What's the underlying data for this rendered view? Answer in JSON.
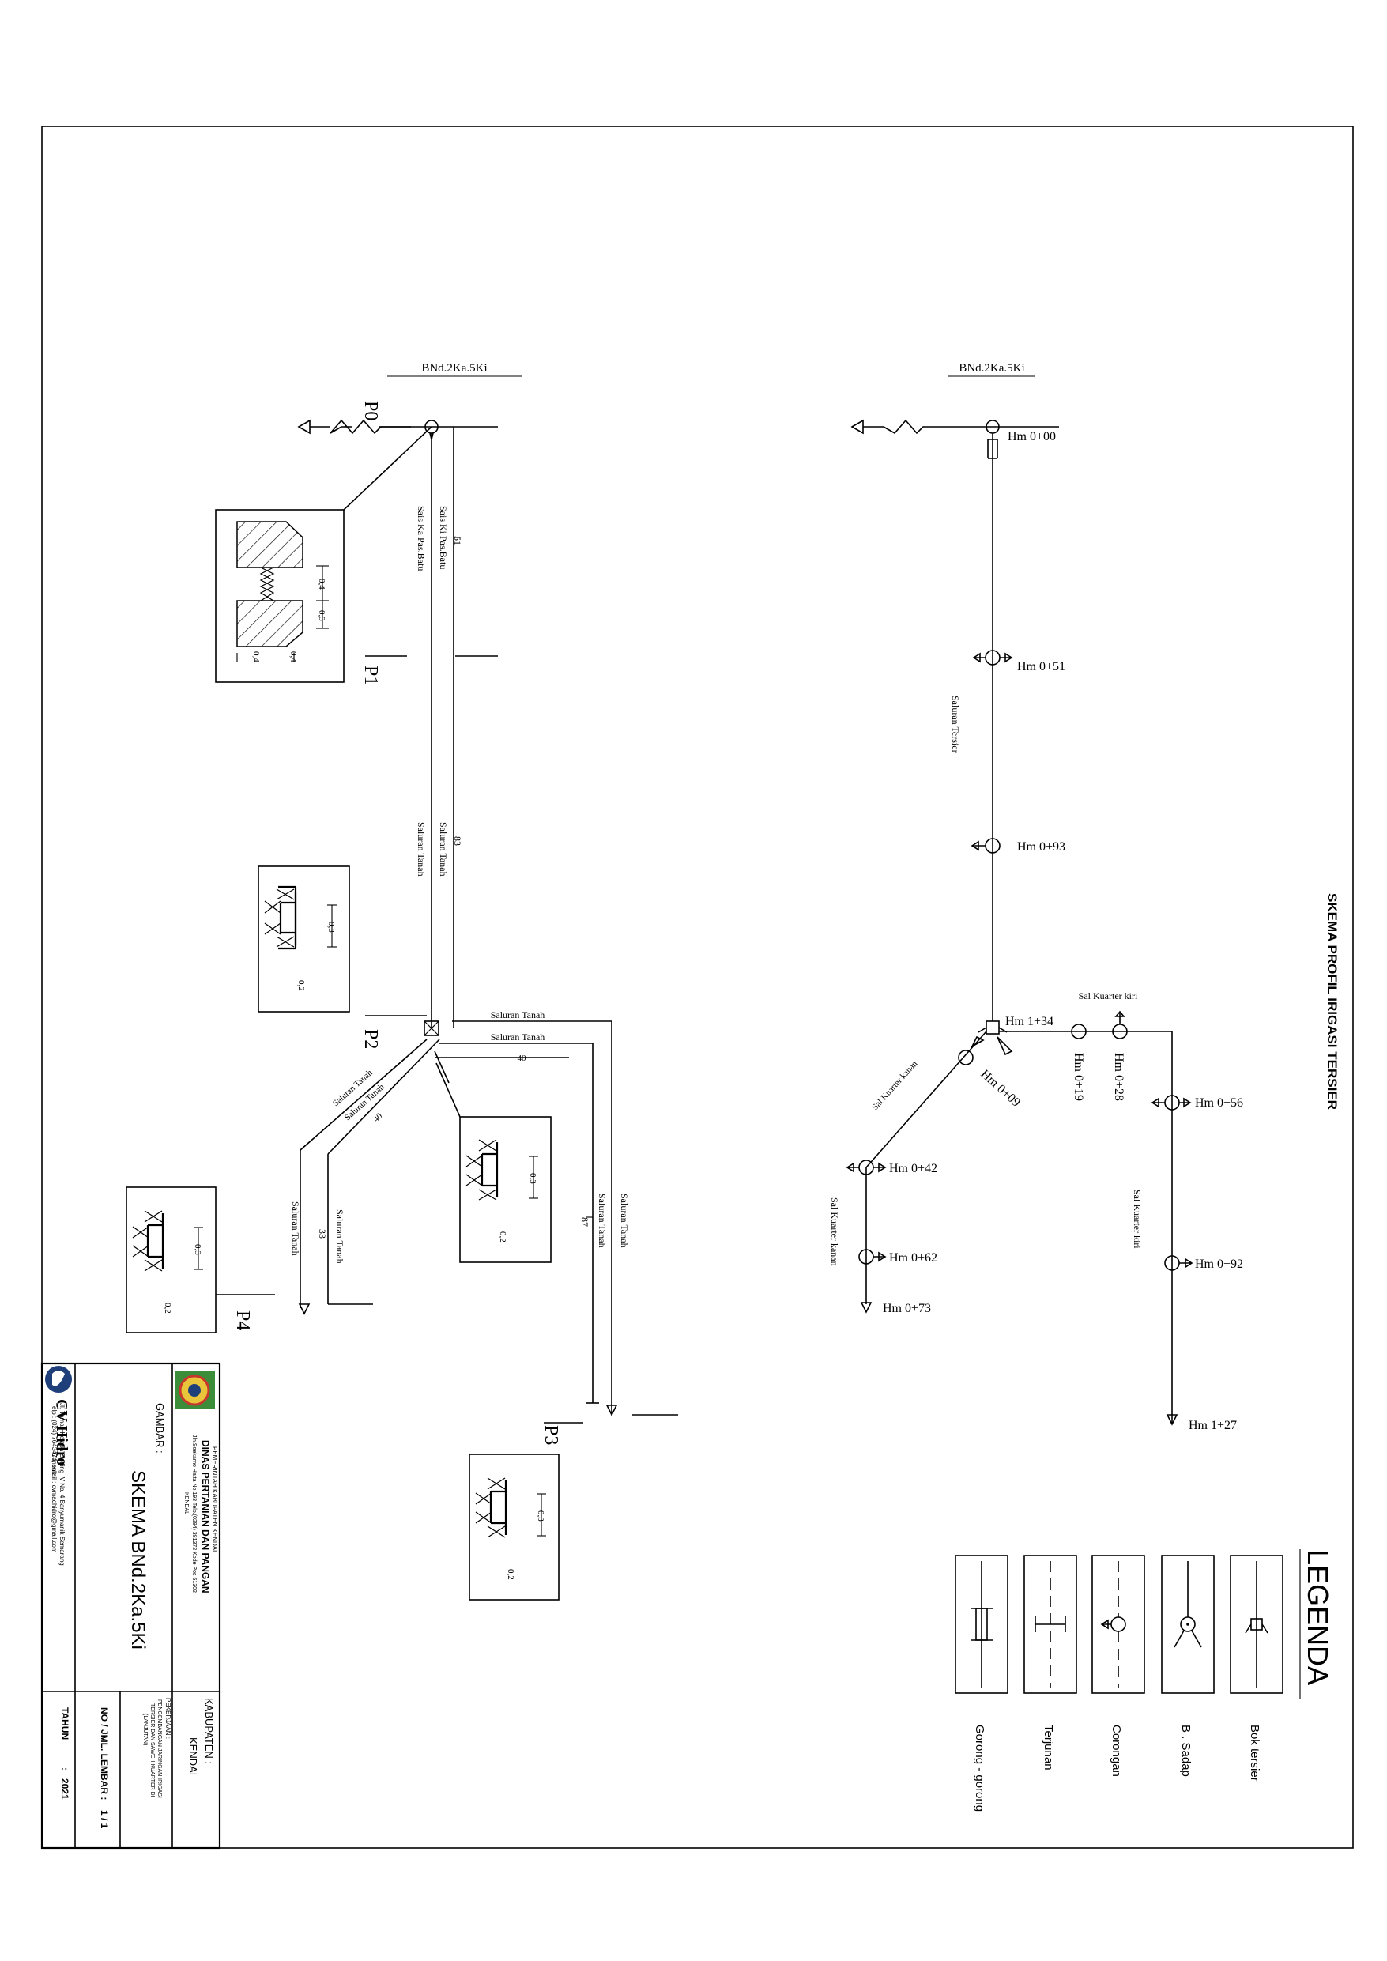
{
  "profile": {
    "header": "BNd.2Ka.5Ki",
    "points": [
      "P0",
      "P1",
      "P2",
      "P3",
      "P4"
    ],
    "labels": {
      "sais_ki": "Sais Ki Pas.Batu",
      "sais_ka": "Sais Ka Pas.Batu",
      "len_51": "51",
      "sal_tanah": "Saluran Tanah",
      "len_83": "83",
      "len_40": "40",
      "len_87": "87",
      "len_33": "33"
    },
    "dims": {
      "d04": "0,4",
      "d03": "0,3",
      "d02": "0,2"
    }
  },
  "scheme": {
    "header": "BNd.2Ka.5Ki",
    "hm": [
      "Hm 0+00",
      "Hm 0+51",
      "Hm 0+93",
      "Hm 1+34",
      "Hm 0+09",
      "Hm 0+19",
      "Hm 0+28",
      "Hm 0+56",
      "Hm 0+92",
      "Hm 1+27",
      "Hm 0+42",
      "Hm 0+62",
      "Hm 0+73"
    ],
    "labels": {
      "sal_tersier": "Saluran Tersier",
      "sal_kuarter_kiri": "Sal Kuarter kiri",
      "sal_kuarter_kanan": "Sal Kuarter kanan"
    }
  },
  "title": "SKEMA PROFIL IRIGASI TERSIER",
  "legend": {
    "title": "LEGENDA",
    "items": [
      "Bok tersier",
      "B . Sadap",
      "Corongan",
      "Terjunan",
      "Gorong - gorong"
    ]
  },
  "titleblock": {
    "company": "CV Hidro",
    "company_sub": "Consult",
    "address": "Jl. Taman Kelapa Gading IV No. 4 Banyumanik Semarang",
    "contact": "Telp : (024) 7643474, email : cvmadhidro@gmail.com",
    "gambar_label": "GAMBAR :",
    "gambar_value": "SKEMA BNd.2Ka.5Ki",
    "pemerintah": "PEMERINTAH KABUPATEN KENDAL",
    "dinas": "DINAS PERTANIAN DAN PANGAN",
    "dinas_address": "Jln.Soekarno Hatta No.193 Telp.(0294) 381372 Kode Pos 51302",
    "dinas_city": "KENDAL",
    "kabupaten_label": "KABUPATEN :",
    "kabupaten_value": "KENDAL",
    "pekerjaan_label": "PEKERJAAN :",
    "pekerjaan_line1": "PENGEMBANGAN JARINGAN IRIGASI",
    "pekerjaan_line2": "TERSIER DAN SAWEH KUARTER DI",
    "pekerjaan_line3": "(LANJUTAN)",
    "nojml_label": "NO / JML. LEMBAR :",
    "nojml_value": "1 / 1",
    "tahun_label": "TAHUN",
    "tahun_value": "2021"
  },
  "colors": {
    "line": "#000000",
    "logo_green": "#3c8d3a",
    "logo_yellow": "#e8c53a",
    "logo_red": "#c8372d",
    "logo_blue": "#1f3f7a"
  }
}
